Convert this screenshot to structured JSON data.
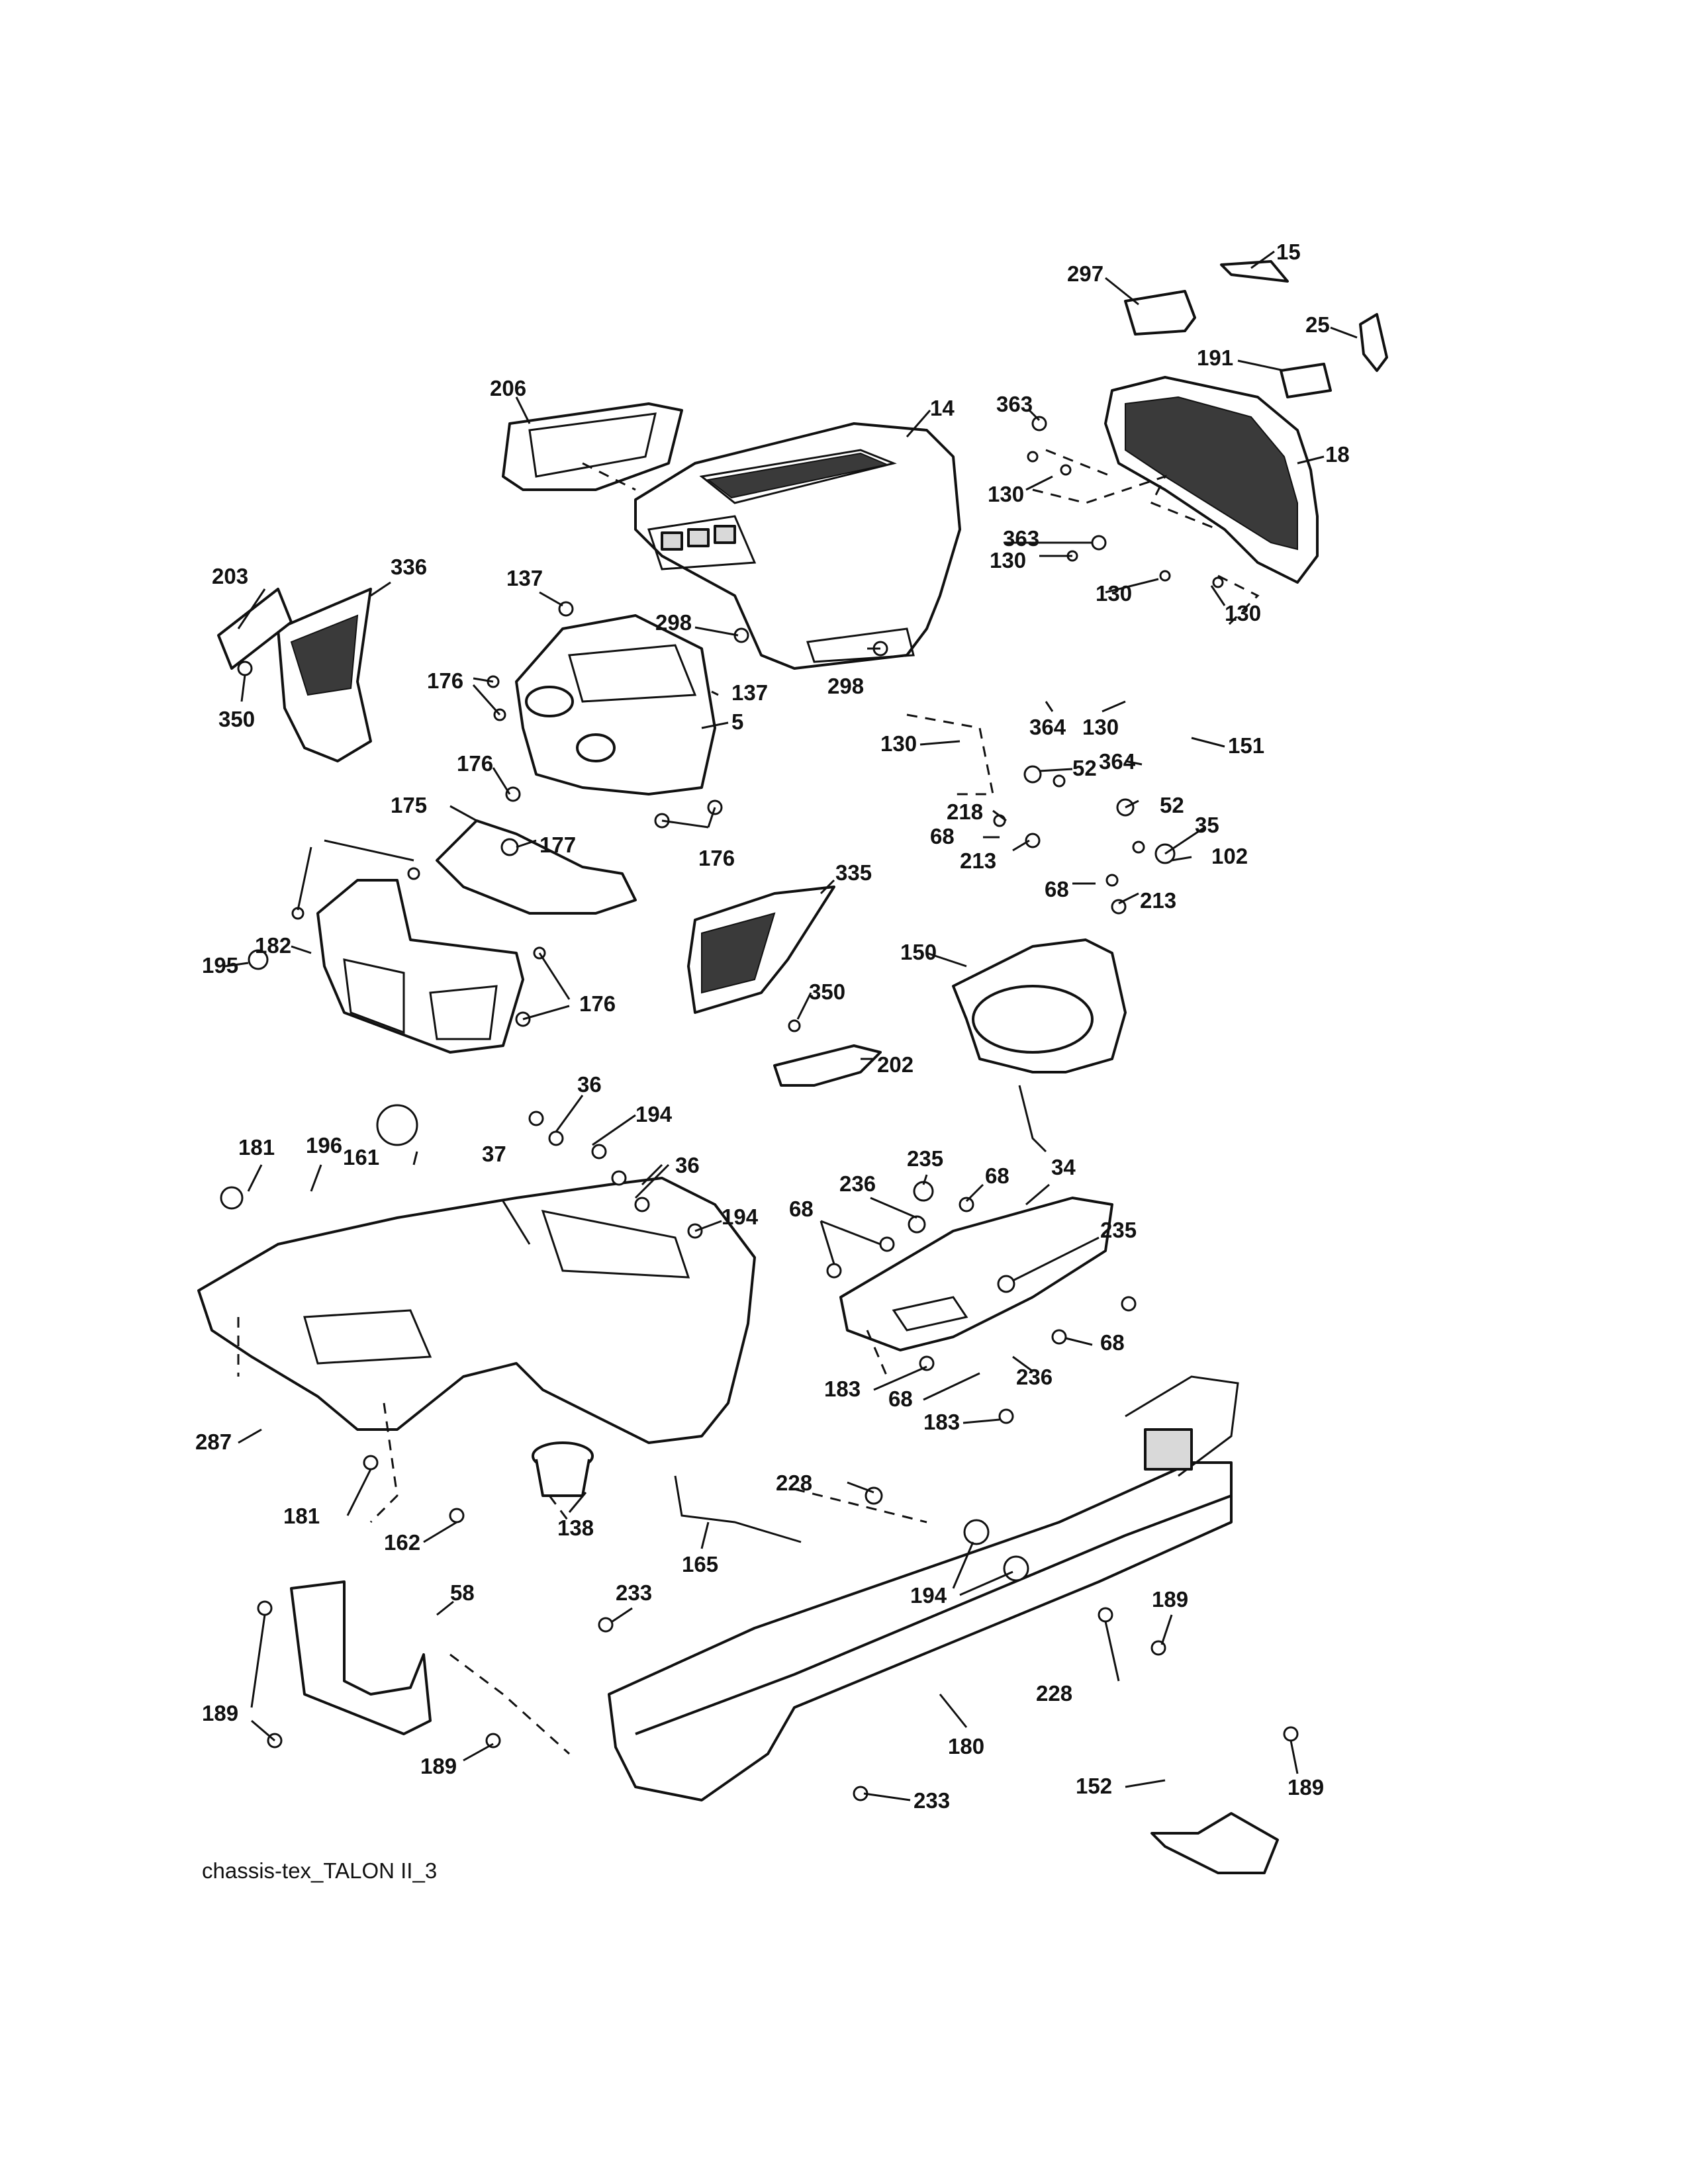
{
  "diagram_caption": "chassis-tex_TALON II_3",
  "callouts": [
    "15",
    "297",
    "25",
    "191",
    "206",
    "14",
    "363",
    "130",
    "18",
    "363",
    "130",
    "130",
    "130",
    "203",
    "336",
    "137",
    "298",
    "176",
    "137",
    "5",
    "350",
    "298",
    "364",
    "130",
    "151",
    "130",
    "176",
    "52",
    "364",
    "218",
    "52",
    "68",
    "213",
    "35",
    "102",
    "175",
    "177",
    "68",
    "213",
    "176",
    "335",
    "182",
    "195",
    "176",
    "350",
    "150",
    "202",
    "36",
    "194",
    "161",
    "181",
    "196",
    "37",
    "36",
    "194",
    "235",
    "236",
    "68",
    "34",
    "68",
    "235",
    "68",
    "236",
    "183",
    "68",
    "183",
    "287",
    "228",
    "181",
    "162",
    "138",
    "165",
    "194",
    "233",
    "58",
    "189",
    "228",
    "180",
    "189",
    "189",
    "152",
    "189",
    "233"
  ]
}
